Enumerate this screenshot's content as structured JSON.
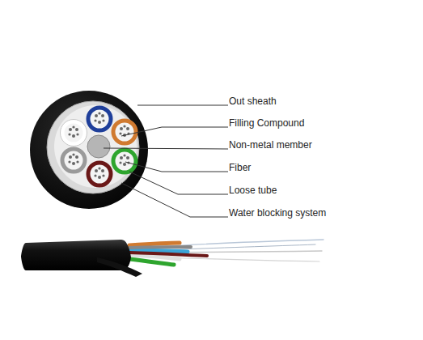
{
  "diagram": {
    "labels": [
      "Out sheath",
      "Filling Compound",
      "Non-metal member",
      "Fiber",
      "Loose tube",
      "Water blocking system"
    ]
  }
}
